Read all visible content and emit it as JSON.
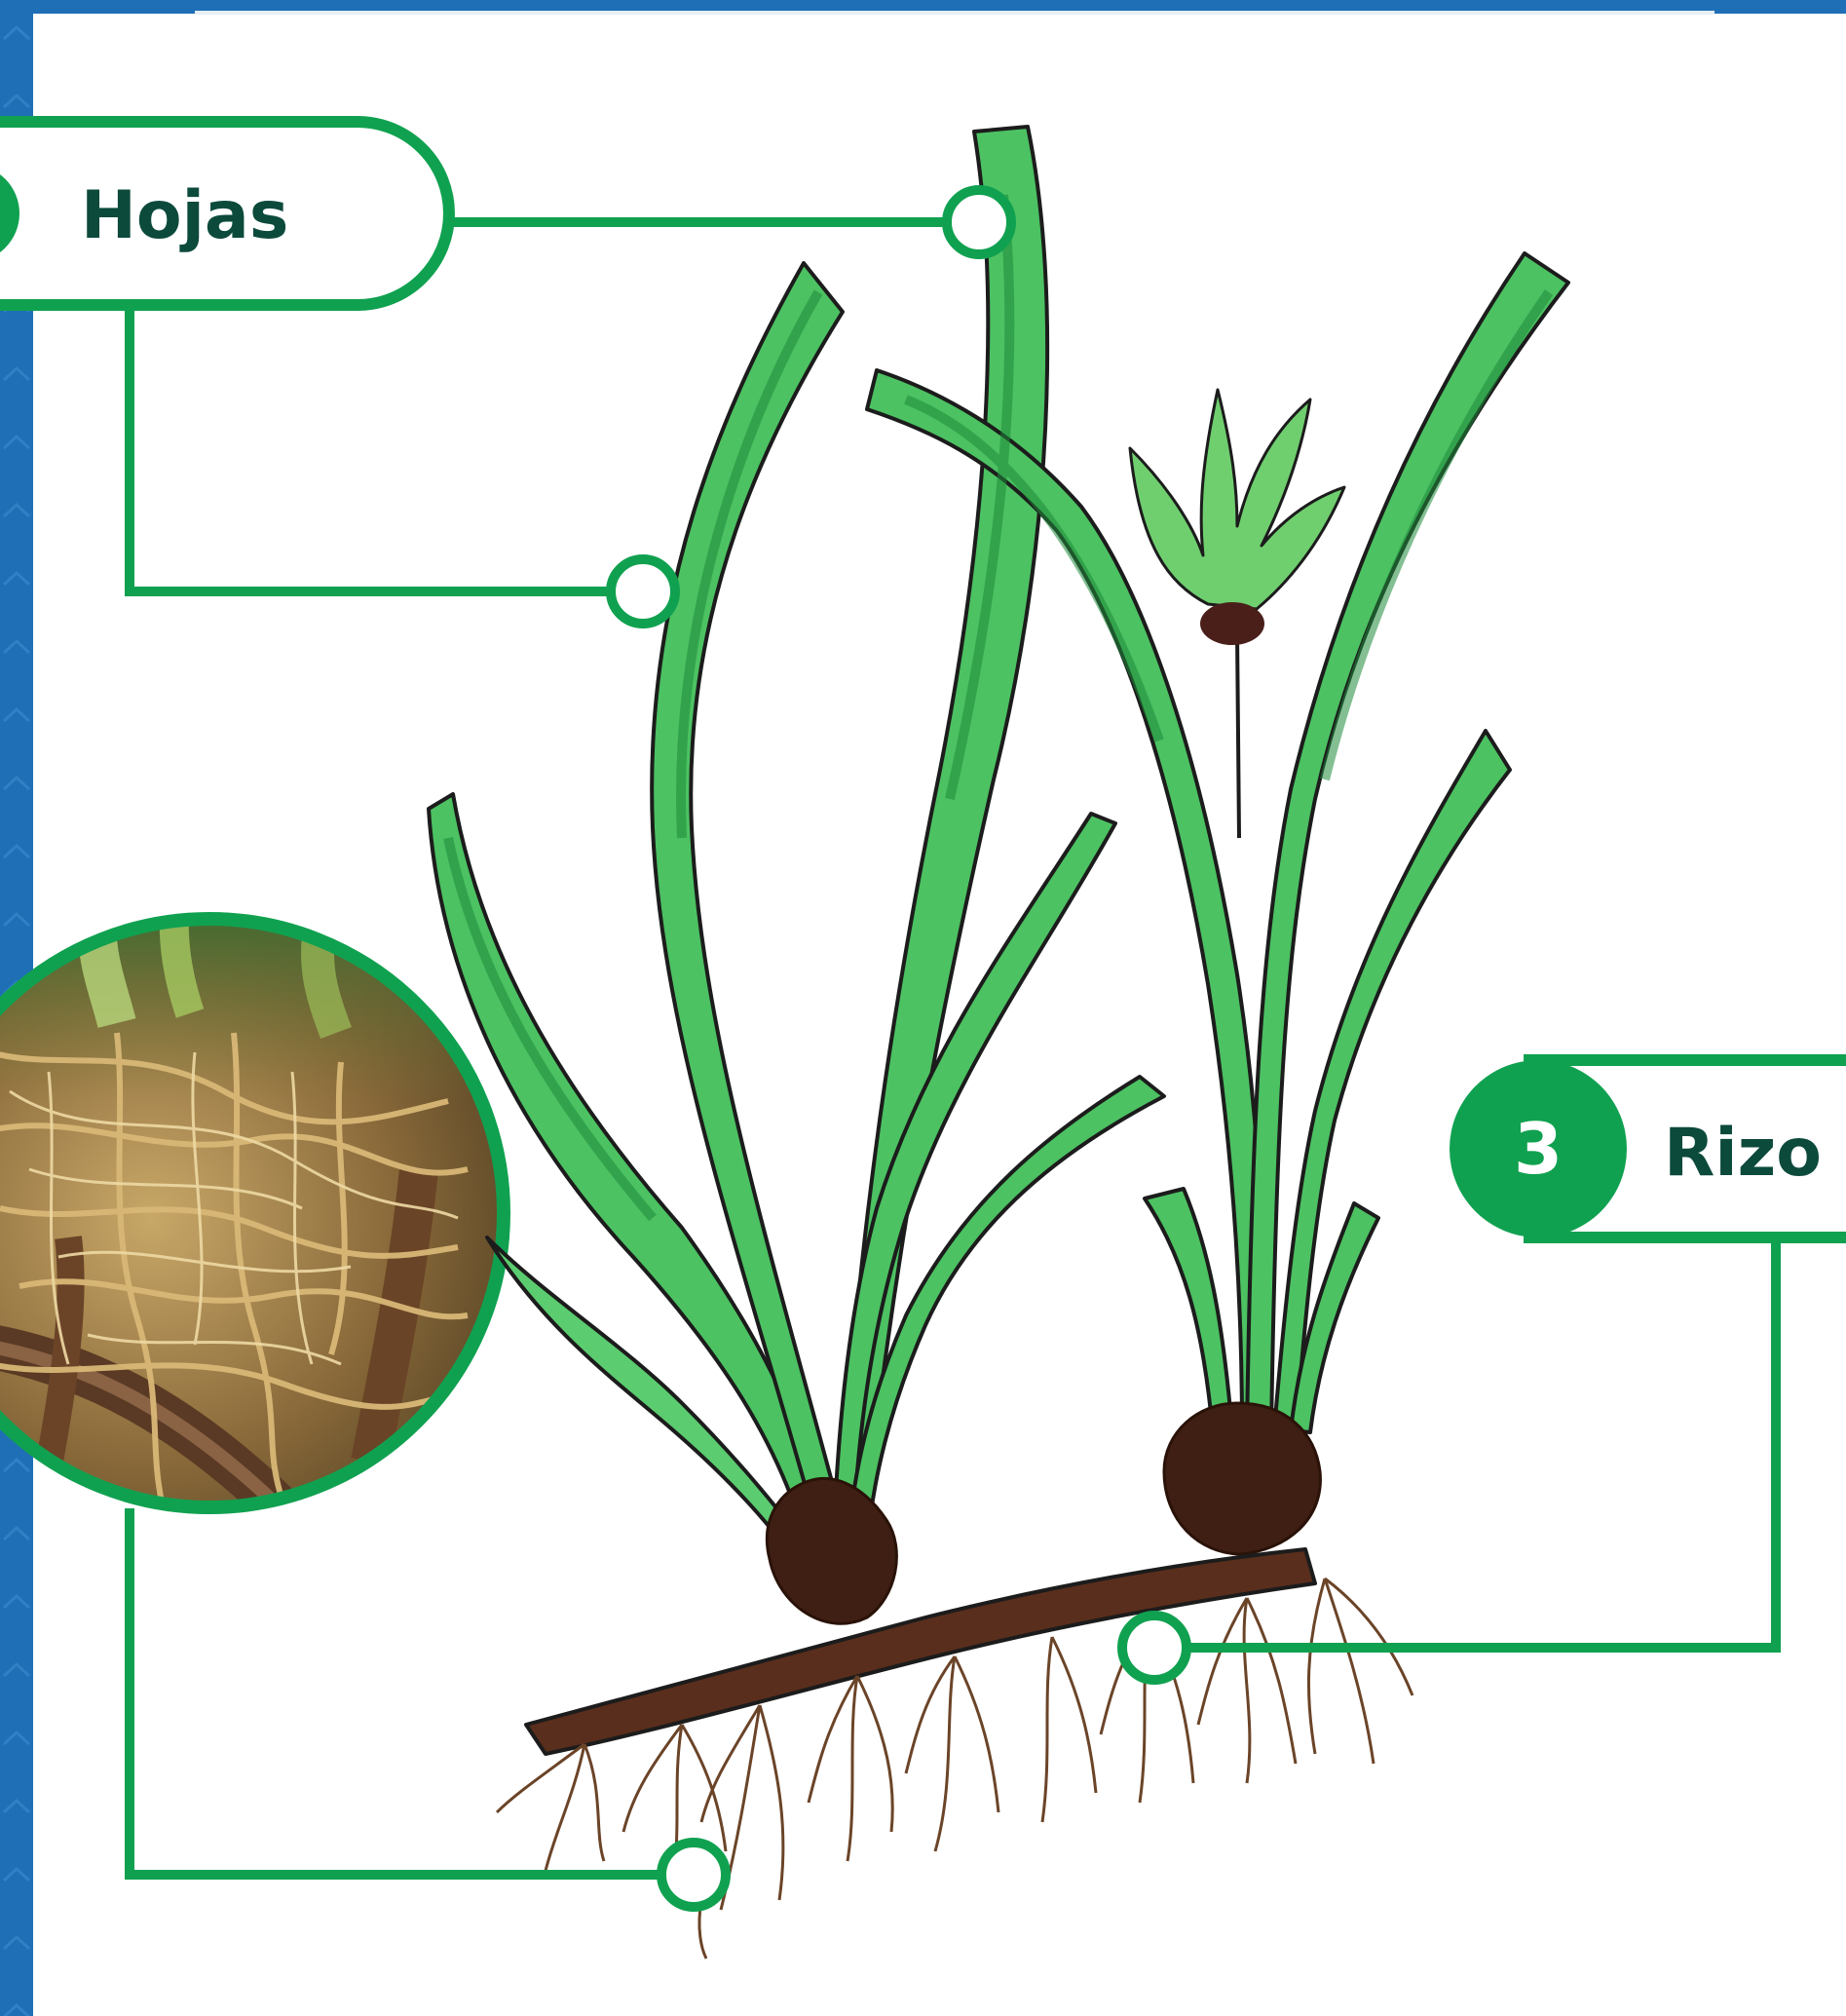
{
  "labels": {
    "hojas": {
      "text": "Hojas"
    },
    "rizoma": {
      "number": "3",
      "text": "Rizo"
    }
  },
  "colors": {
    "frame_blue": "#1e6fb5",
    "connector_green": "#10a150",
    "label_text": "#0c4a3c",
    "leaf_green": "#4cc262",
    "leaf_dark": "#1e8a3a",
    "rhizome_brown": "#5a2e1c",
    "root_brown": "#6b4428"
  },
  "icons": {
    "frame": "blue-frame-border",
    "plant": "seagrass-illustration",
    "photo": "roots-photo-circle",
    "connector_dot": "ring-connector-icon"
  }
}
